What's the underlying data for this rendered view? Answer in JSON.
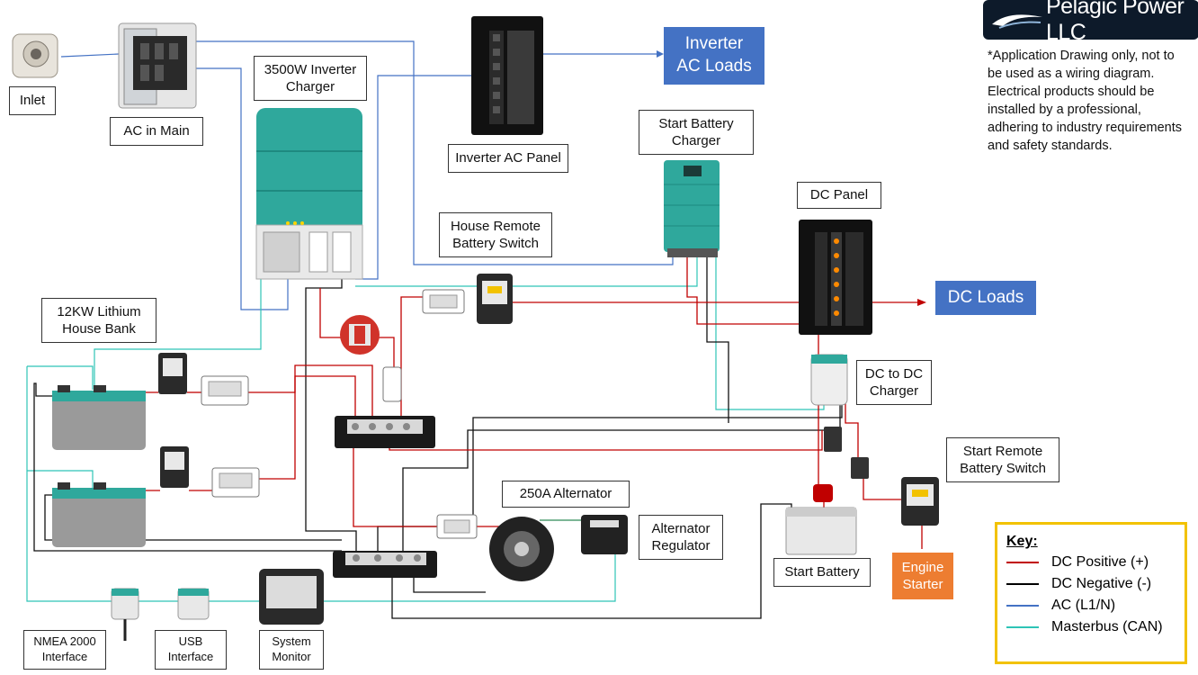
{
  "logo": {
    "text": "Pelagic Power LLC"
  },
  "disclaimer": [
    "*Application Drawing only, not to",
    "be used as a wiring diagram.",
    "Electrical products should be",
    "installed by a professional,",
    "adhering to industry requirements",
    "and safety standards."
  ],
  "labels": {
    "inlet": "Inlet",
    "ac_main": "AC in Main",
    "inverter_charger": [
      "3500W Inverter",
      "Charger"
    ],
    "inverter_panel": "Inverter AC Panel",
    "start_charger": [
      "Start Battery",
      "Charger"
    ],
    "dc_panel": "DC Panel",
    "house_remote": [
      "House Remote",
      "Battery Switch"
    ],
    "house_bank": [
      "12KW Lithium",
      "House Bank"
    ],
    "dc_dc": [
      "DC to DC",
      "Charger"
    ],
    "start_remote": [
      "Start Remote",
      "Battery Switch"
    ],
    "alternator": "250A Alternator",
    "regulator": [
      "Alternator",
      "Regulator"
    ],
    "start_battery": "Start Battery",
    "nmea": [
      "NMEA 2000",
      "Interface"
    ],
    "usb": [
      "USB",
      "Interface"
    ],
    "monitor": [
      "System",
      "Monitor"
    ]
  },
  "inverter_ac_loads": [
    "Inverter",
    "AC Loads"
  ],
  "dc_loads": "DC Loads",
  "engine_starter": [
    "Engine",
    "Starter"
  ],
  "key": {
    "title": "Key:",
    "items": [
      {
        "label": "DC Positive (+)",
        "color": "#c00000"
      },
      {
        "label": "DC Negative (-)",
        "color": "#000000"
      },
      {
        "label": "AC (L1/N)",
        "color": "#4472c4"
      },
      {
        "label": "Masterbus (CAN)",
        "color": "#2ec4b6"
      }
    ]
  },
  "colors": {
    "dc_pos": "#c00000",
    "dc_neg": "#000000",
    "ac": "#4472c4",
    "can": "#2ec4b6",
    "teal_device": "#2fa89c",
    "accent_blue": "#4472c4",
    "orange": "#ed7d31",
    "key_border": "#f2c200"
  }
}
